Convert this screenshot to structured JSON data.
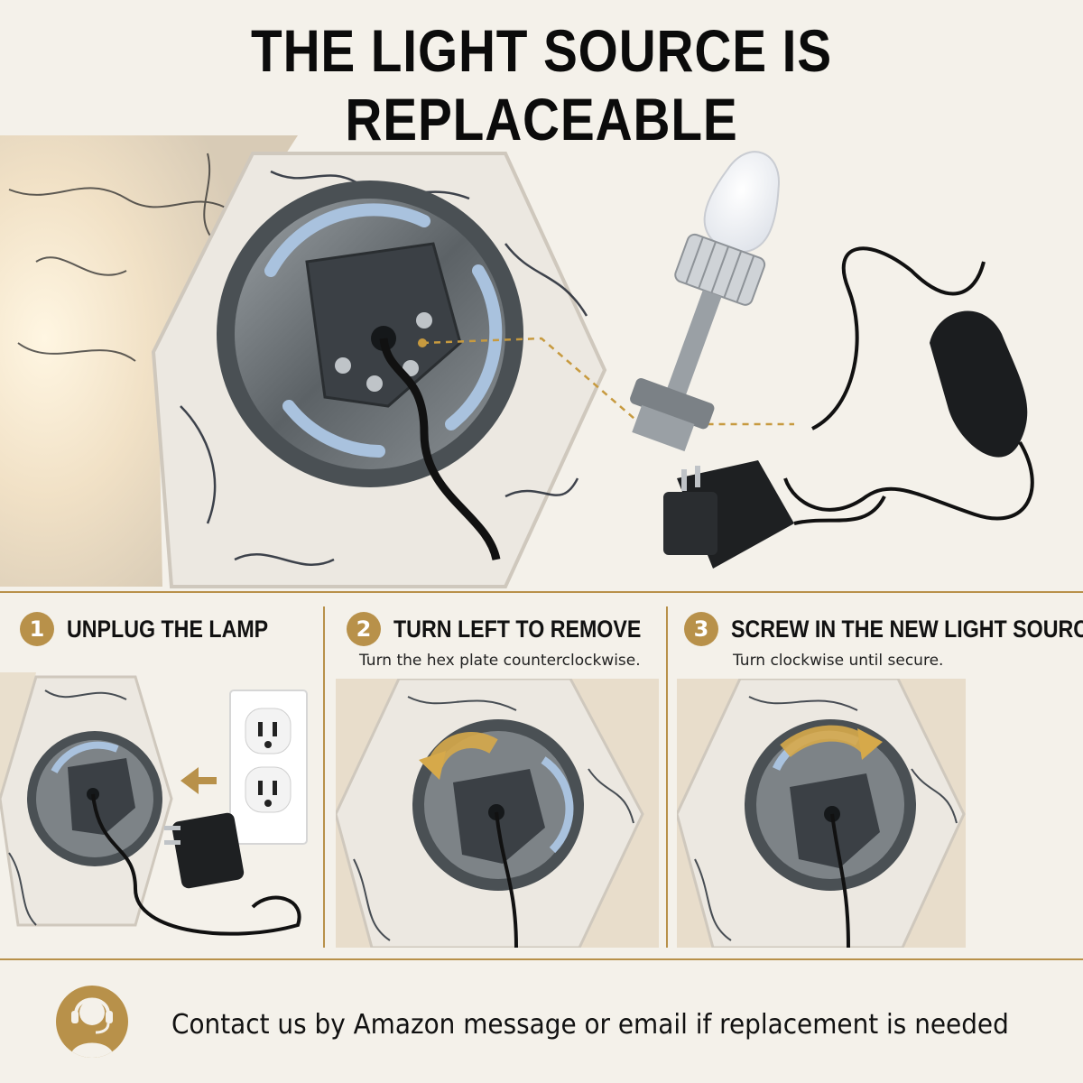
{
  "header": {
    "title": "THE LIGHT SOURCE IS REPLACEABLE"
  },
  "steps": [
    {
      "number": "1",
      "title": "UNPLUG THE LAMP",
      "description": ""
    },
    {
      "number": "2",
      "title": "TURN LEFT TO REMOVE",
      "description": "Turn the hex plate counterclockwise."
    },
    {
      "number": "3",
      "title": "SCREW IN THE NEW LIGHT SOURCE",
      "description": "Turn clockwise until secure."
    }
  ],
  "footer": {
    "contact_text": "Contact us by Amazon message or email if replacement is needed",
    "icon": "customer-support-headset-icon"
  },
  "colors": {
    "accent": "#b8914a",
    "background": "#f4f1ea",
    "text": "#111111"
  }
}
